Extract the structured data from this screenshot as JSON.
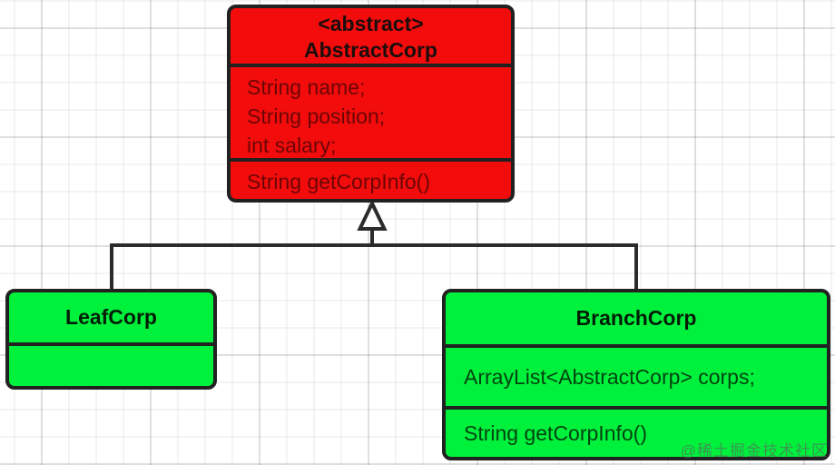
{
  "diagram": {
    "type": "uml-class-diagram",
    "classes": [
      {
        "id": "abstract-corp",
        "stereotype": "<abstract>",
        "name": "AbstractCorp",
        "fields": [
          "String name;",
          "String position;",
          "int salary;"
        ],
        "methods": [
          "String getCorpInfo()"
        ],
        "fill_color": "#f20c0c"
      },
      {
        "id": "leaf-corp",
        "stereotype": "",
        "name": "LeafCorp",
        "fields": [],
        "methods": [],
        "fill_color": "#00f13c"
      },
      {
        "id": "branch-corp",
        "stereotype": "",
        "name": "BranchCorp",
        "fields": [
          "ArrayList<AbstractCorp> corps;"
        ],
        "methods": [
          "String getCorpInfo()"
        ],
        "fill_color": "#00f13c"
      }
    ],
    "relations": [
      {
        "type": "inheritance",
        "from": "LeafCorp",
        "to": "AbstractCorp"
      },
      {
        "type": "inheritance",
        "from": "BranchCorp",
        "to": "AbstractCorp"
      }
    ],
    "colors": {
      "abstract_fill": "#f20c0c",
      "concrete_fill": "#00f13c",
      "border": "#212121",
      "connector": "#2b2b2b",
      "background": "#ffffff"
    },
    "watermark": "@稀土掘金技术社区"
  }
}
